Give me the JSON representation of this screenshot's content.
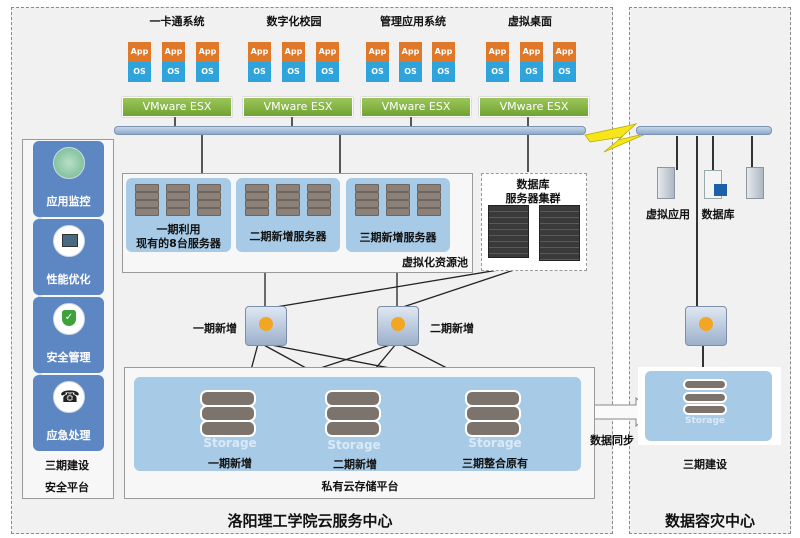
{
  "main_center": {
    "title": "洛阳理工学院云服务中心",
    "systems": [
      {
        "name": "一卡通系统",
        "vms": [
          {
            "app": "App",
            "os": "OS"
          },
          {
            "app": "App",
            "os": "OS"
          },
          {
            "app": "App",
            "os": "OS"
          }
        ],
        "hypervisor": "VMware ESX"
      },
      {
        "name": "数字化校园",
        "vms": [
          {
            "app": "App",
            "os": "OS"
          },
          {
            "app": "App",
            "os": "OS"
          },
          {
            "app": "App",
            "os": "OS"
          }
        ],
        "hypervisor": "VMware ESX"
      },
      {
        "name": "管理应用系统",
        "vms": [
          {
            "app": "App",
            "os": "OS"
          },
          {
            "app": "App",
            "os": "OS"
          },
          {
            "app": "App",
            "os": "OS"
          }
        ],
        "hypervisor": "VMware ESX"
      },
      {
        "name": "虚拟桌面",
        "vms": [
          {
            "app": "App",
            "os": "OS"
          },
          {
            "app": "App",
            "os": "OS"
          },
          {
            "app": "App",
            "os": "OS"
          }
        ],
        "hypervisor": "VMware ESX"
      }
    ],
    "security_platform": {
      "items": [
        {
          "label": "应用监控",
          "icon": "monitor-map-icon"
        },
        {
          "label": "性能优化",
          "icon": "computer-icon"
        },
        {
          "label": "安全管理",
          "icon": "shield-check-icon"
        },
        {
          "label": "应急处理",
          "icon": "sos-phone-icon"
        }
      ],
      "phase": "三期建设",
      "name": "安全平台"
    },
    "resource_pool": {
      "label": "虚拟化资源池",
      "groups": [
        {
          "line1": "一期利用",
          "line2": "现有的8台服务器"
        },
        {
          "line1": "二期新增服务器",
          "line2": ""
        },
        {
          "line1": "三期新增服务器",
          "line2": ""
        }
      ]
    },
    "db_cluster": {
      "line1": "数据库",
      "line2": "服务器集群"
    },
    "switches": [
      {
        "label": "一期新增"
      },
      {
        "label": "二期新增"
      }
    ],
    "storage_platform": {
      "label": "私有云存储平台",
      "units": [
        {
          "name": "Storage",
          "label": "一期新增"
        },
        {
          "name": "Storage",
          "label": "二期新增"
        },
        {
          "name": "Storage",
          "label": "三期整合原有"
        }
      ]
    }
  },
  "sync": {
    "label": "数据同步"
  },
  "dr_center": {
    "title": "数据容灾中心",
    "servers": [
      {
        "label": "虚拟应用"
      },
      {
        "label": "数据库"
      }
    ],
    "storage": {
      "name": "Storage",
      "label": "三期建设"
    }
  },
  "colors": {
    "app": "#e0782a",
    "os": "#2ea3dc",
    "esx": "#7fb03f",
    "security": "#5d87c2",
    "pool_blue": "#a7cbe6",
    "lightning": "#f5e61c"
  }
}
